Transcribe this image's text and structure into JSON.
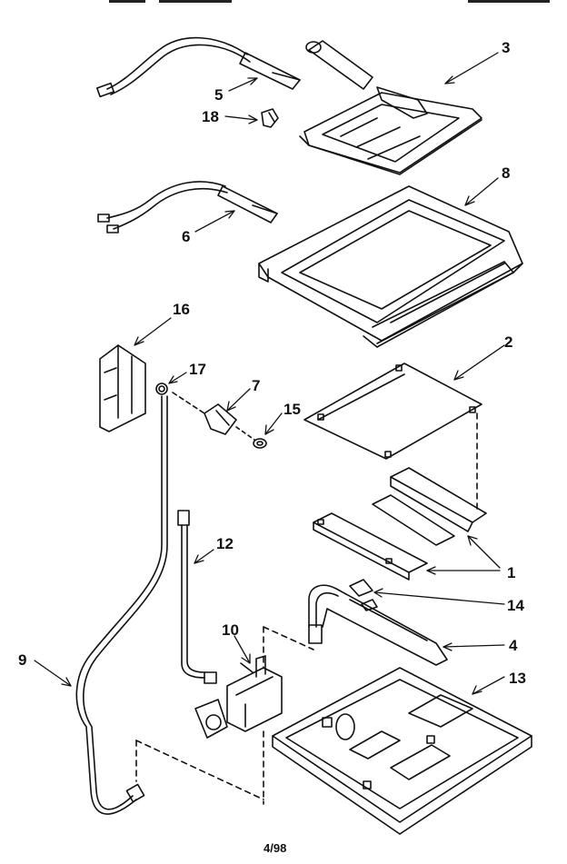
{
  "callouts": {
    "c1": "1",
    "c2": "2",
    "c3": "3",
    "c4": "4",
    "c5": "5",
    "c6": "6",
    "c7": "7",
    "c8": "8",
    "c9": "9",
    "c10": "10",
    "c12": "12",
    "c13": "13",
    "c14": "14",
    "c15": "15",
    "c16": "16",
    "c17": "17",
    "c18": "18"
  },
  "footer": {
    "date_code": "4/98"
  }
}
